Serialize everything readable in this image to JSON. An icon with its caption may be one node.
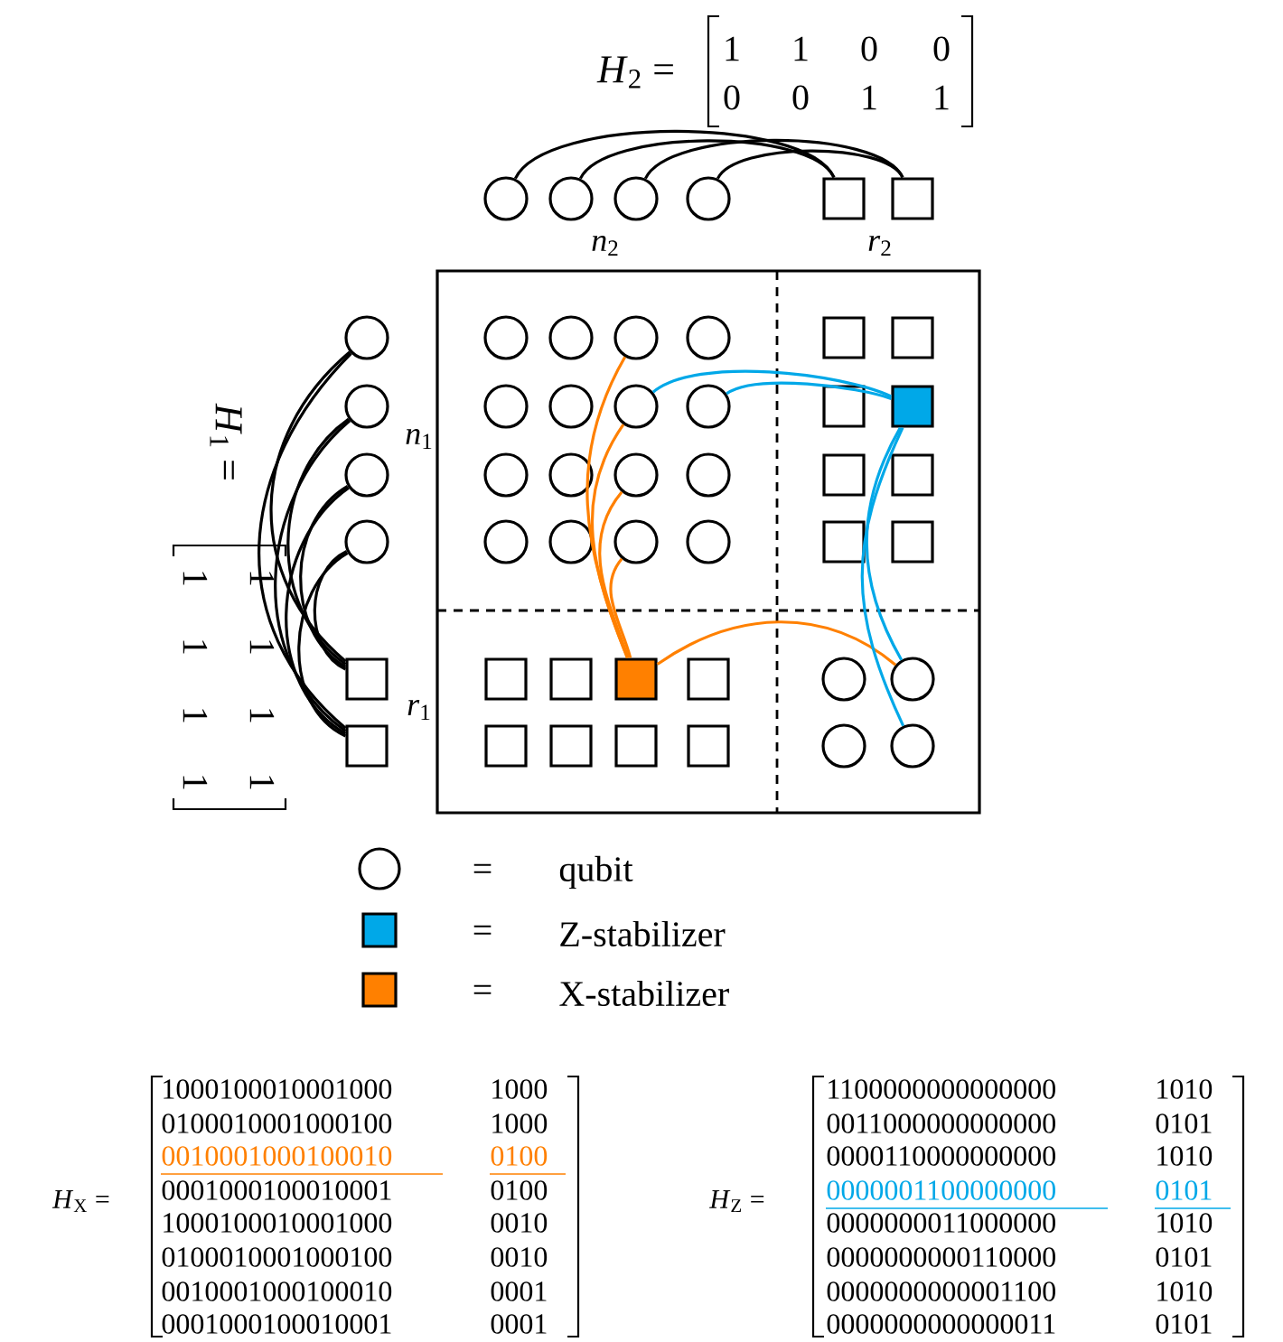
{
  "diagram": {
    "nodes": [
      {
        "text": [],
        "shape": "circle"
      },
      {
        "text": [],
        "shape": "circle"
      },
      {
        "text": [],
        "shape": "circle"
      },
      {
        "text": [],
        "shape": "circle"
      },
      {
        "text": [],
        "shape": "box"
      },
      {
        "text": [],
        "shape": "box"
      },
      {
        "text": [],
        "shape": "circle"
      },
      {
        "text": [],
        "shape": "circle"
      },
      {
        "text": [],
        "shape": "circle"
      },
      {
        "text": [],
        "shape": "circle"
      },
      {
        "text": [],
        "shape": "box"
      },
      {
        "text": [],
        "shape": "box"
      },
      {
        "text": [],
        "shape": "circle"
      },
      {
        "text": [],
        "shape": "circle"
      },
      {
        "text": [],
        "shape": "circle"
      },
      {
        "text": [],
        "shape": "circle"
      },
      {
        "text": [],
        "shape": "circle"
      },
      {
        "text": [],
        "shape": "circle"
      },
      {
        "text": [],
        "shape": "circle"
      },
      {
        "text": [],
        "shape": "circle"
      },
      {
        "text": [],
        "shape": "circle"
      },
      {
        "text": [],
        "shape": "circle"
      },
      {
        "text": [],
        "shape": "circle"
      },
      {
        "text": [],
        "shape": "circle"
      },
      {
        "text": [],
        "shape": "circle"
      },
      {
        "text": [],
        "shape": "circle"
      },
      {
        "text": [],
        "shape": "circle"
      },
      {
        "text": [],
        "shape": "circle"
      },
      {
        "text": [],
        "shape": "box"
      },
      {
        "text": [],
        "shape": "box"
      },
      {
        "text": [],
        "shape": "box"
      },
      {
        "text": [],
        "shape": "box"
      },
      {
        "text": [],
        "shape": "box"
      },
      {
        "text": [],
        "shape": "box"
      },
      {
        "text": [],
        "shape": "box"
      },
      {
        "text": [],
        "shape": "box"
      },
      {
        "text": [],
        "shape": "box"
      },
      {
        "text": [],
        "shape": "box"
      },
      {
        "text": [],
        "shape": "box"
      },
      {
        "text": [],
        "shape": "box"
      },
      {
        "text": [],
        "shape": "box"
      },
      {
        "text": [],
        "shape": "box"
      },
      {
        "text": [],
        "shape": "box"
      },
      {
        "text": [],
        "shape": "box"
      },
      {
        "text": [],
        "shape": "circle"
      },
      {
        "text": [],
        "shape": "circle"
      },
      {
        "text": [],
        "shape": "circle"
      },
      {
        "text": [],
        "shape": "circle"
      }
    ],
    "edges": [
      {
        "from": 4,
        "to": 0,
        "arrow": "none"
      },
      {
        "from": 4,
        "to": 1,
        "arrow": "none"
      },
      {
        "from": 5,
        "to": 2,
        "arrow": "none"
      },
      {
        "from": 5,
        "to": 3,
        "arrow": "none"
      },
      {
        "from": 10,
        "to": 6,
        "arrow": "none"
      },
      {
        "from": 10,
        "to": 7,
        "arrow": "none"
      },
      {
        "from": 10,
        "to": 8,
        "arrow": "none"
      },
      {
        "from": 10,
        "to": 9,
        "arrow": "none"
      },
      {
        "from": 11,
        "to": 6,
        "arrow": "none"
      },
      {
        "from": 11,
        "to": 7,
        "arrow": "none"
      },
      {
        "from": 11,
        "to": 8,
        "arrow": "none"
      },
      {
        "from": 11,
        "to": 9,
        "arrow": "none"
      },
      {
        "from": 38,
        "to": 14,
        "arrow": "none",
        "color": "#ff8000"
      },
      {
        "from": 38,
        "to": 18,
        "arrow": "none",
        "color": "#ff8000"
      },
      {
        "from": 38,
        "to": 22,
        "arrow": "none",
        "color": "#ff8000"
      },
      {
        "from": 38,
        "to": 26,
        "arrow": "none",
        "color": "#ff8000"
      },
      {
        "from": 38,
        "to": 45,
        "arrow": "none",
        "color": "#ff8000"
      },
      {
        "from": 31,
        "to": 18,
        "arrow": "none",
        "color": "#00a8e8"
      },
      {
        "from": 31,
        "to": 19,
        "arrow": "none",
        "color": "#00a8e8"
      },
      {
        "from": 31,
        "to": 45,
        "arrow": "none",
        "color": "#00a8e8"
      },
      {
        "from": 31,
        "to": 47,
        "arrow": "none",
        "color": "#00a8e8"
      }
    ],
    "labels": [
      "*H*$_{2}$ =",
      "1",
      "1",
      "0",
      "0",
      "0",
      "0",
      "1",
      "1",
      "*n*$_{2}$",
      "*r*$_{2}$",
      "*H*$_{1}$ =",
      "1",
      "1",
      "1",
      "1",
      "1",
      "1",
      "1",
      "1",
      "*n*$_{1}$",
      "*r*$_{1}$",
      "=",
      "=",
      "=",
      "*H*$_{X}$ =",
      "1000100010001000",
      "1000",
      "0100010001000100",
      "1000",
      "0010001000100010",
      "0100",
      "0001000100010001",
      "0100",
      "1000100010001000",
      "0010",
      "0100010001000100",
      "0010",
      "0010001000100010",
      "0001",
      "0001000100010001",
      "0001",
      "*H*$_{Z}$ =",
      "1100000000000000",
      "1010",
      "0011000000000000",
      "0101",
      "0000110000000000",
      "1010",
      "0000001100000000",
      "0101",
      "0000000011000000",
      "1010",
      "0000000000110000",
      "0101",
      "0000000000001100",
      "1010",
      "0000000000000011",
      "0101"
    ],
    "legend": [
      {
        "text": "qubit"
      },
      {
        "text": "Z-stabilizer",
        "color": "#00a8e8"
      },
      {
        "text": "X-stabilizer",
        "color": "#ff8000"
      }
    ]
  }
}
